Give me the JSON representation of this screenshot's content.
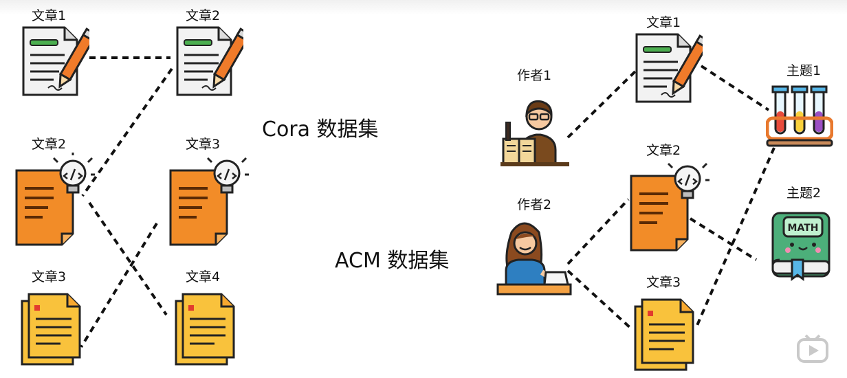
{
  "titles": {
    "cora": "Cora 数据集",
    "acm": "ACM 数据集"
  },
  "cora": {
    "left": [
      "文章1",
      "文章2",
      "文章3"
    ],
    "right": [
      "文章2",
      "文章3",
      "文章4"
    ]
  },
  "acm": {
    "authors": [
      "作者1",
      "作者2"
    ],
    "papers": [
      "文章1",
      "文章2",
      "文章3"
    ],
    "topics": [
      "主题1",
      "主题2"
    ],
    "math_text": "MATH"
  },
  "icons": {
    "paper_pen": "document-pen-icon",
    "paper_idea": "document-lightbulb-icon",
    "paper_stack": "document-stack-icon",
    "author_male": "man-reading-icon",
    "author_female": "woman-writing-icon",
    "topic_tubes": "test-tubes-icon",
    "topic_math": "math-book-icon"
  },
  "colors": {
    "paper_orange": "#f28c28",
    "paper_yellow": "#f9c23c",
    "pen": "#f07b2a",
    "green_bar": "#4caf50",
    "book_green": "#4caf7a"
  }
}
